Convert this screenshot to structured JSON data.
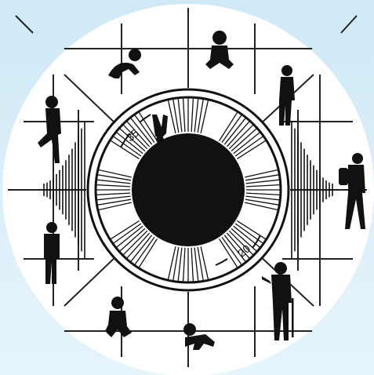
{
  "colors": {
    "background_top": "#cfe9f7",
    "background_bottom": "#e6f4fb",
    "disc": "#ffffff",
    "ink": "#111111",
    "grid": "#222222"
  },
  "labels": {
    "age_upper": "35",
    "age_lower": "20"
  },
  "figures": [
    {
      "name": "crawling-baby-top-figure"
    },
    {
      "name": "sitting-toddler-top-figure"
    },
    {
      "name": "walking-child-figure"
    },
    {
      "name": "hiker-man-figure"
    },
    {
      "name": "elderly-man-with-cane-figure"
    },
    {
      "name": "crawling-baby-bottom-figure"
    },
    {
      "name": "sitting-toddler-bottom-figure"
    },
    {
      "name": "standing-child-figure"
    },
    {
      "name": "climbing-boy-figure"
    }
  ]
}
